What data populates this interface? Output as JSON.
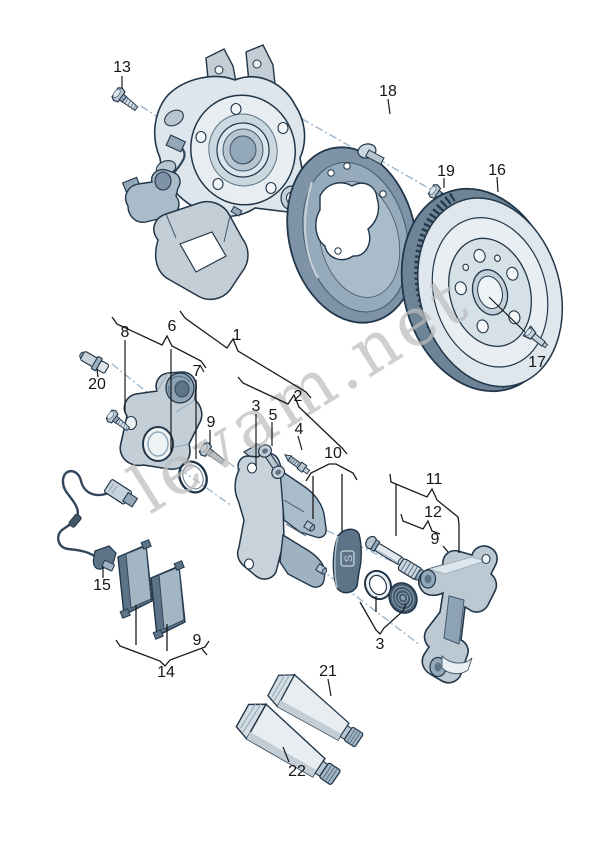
{
  "watermark": {
    "text": "levam.net",
    "color": "#bdbdbd"
  },
  "markings": {
    "heat_shield_stamp": "S"
  },
  "palette": {
    "outline": "#223649",
    "part_light": "#dde6ec",
    "part_lighter": "#edf2f5",
    "part_mid": "#b7c6d0",
    "part_steel": "#93a9b9",
    "part_dark": "#5d7488",
    "part_darker": "#44586c",
    "disc_rim": "#6d8396",
    "dash_line": "#9cb7cd",
    "callout_line": "#1a1a1a",
    "label_color": "#161616"
  },
  "callouts": {
    "c1": {
      "label": "1"
    },
    "c2": {
      "label": "2"
    },
    "c3a": {
      "label": "3"
    },
    "c3b": {
      "label": "3"
    },
    "c4": {
      "label": "4"
    },
    "c5": {
      "label": "5"
    },
    "c6": {
      "label": "6"
    },
    "c7": {
      "label": "7"
    },
    "c8": {
      "label": "8"
    },
    "c9a": {
      "label": "9"
    },
    "c9b": {
      "label": "9"
    },
    "c9c": {
      "label": "9"
    },
    "c10": {
      "label": "10"
    },
    "c11": {
      "label": "11"
    },
    "c12": {
      "label": "12"
    },
    "c13": {
      "label": "13"
    },
    "c14": {
      "label": "14"
    },
    "c15": {
      "label": "15"
    },
    "c16": {
      "label": "16"
    },
    "c17": {
      "label": "17"
    },
    "c18": {
      "label": "18"
    },
    "c19": {
      "label": "19"
    },
    "c20": {
      "label": "20"
    },
    "c21": {
      "label": "21"
    },
    "c22": {
      "label": "22"
    }
  }
}
